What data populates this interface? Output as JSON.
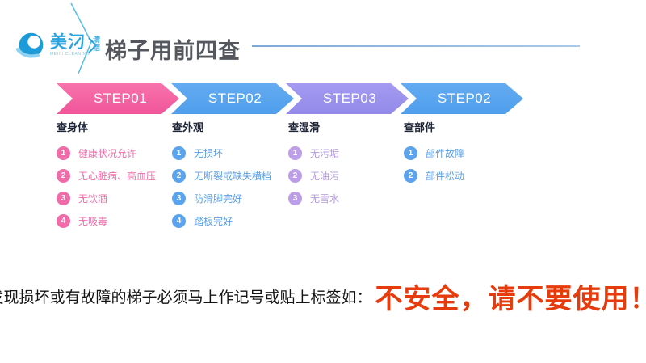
{
  "brand": {
    "logo_text": "美汈",
    "logo_sub": "清洁",
    "logo_tagline": "MEIHI CLEANING"
  },
  "header": {
    "title": "梯子用前四查"
  },
  "steps": [
    {
      "label": "STEP01",
      "color": "#f0559a"
    },
    {
      "label": "STEP02",
      "color": "#4f9eec"
    },
    {
      "label": "STEP03",
      "color": "#938ae9"
    },
    {
      "label": "STEP02",
      "color": "#4f9eec"
    }
  ],
  "badge_numbers": [
    "1",
    "2",
    "3",
    "4"
  ],
  "columns": [
    {
      "header": "查身体",
      "accent": "#f06ca8",
      "items": [
        "健康状况允许",
        "无心脏病、高血压",
        "无饮酒",
        "无吸毒"
      ]
    },
    {
      "header": "查外观",
      "accent": "#5ba3ec",
      "items": [
        "无损坏",
        "无断裂或缺失横档",
        "防滑脚完好",
        "踏板完好"
      ]
    },
    {
      "header": "查湿滑",
      "accent": "#bb9de8",
      "items": [
        "无污垢",
        "无油污",
        "无雪水"
      ]
    },
    {
      "header": "查部件",
      "accent": "#5ba3ec",
      "items": [
        "部件故障",
        "部件松动"
      ]
    }
  ],
  "footer": {
    "note": "发现损坏或有故障的梯子必须马上作记号或贴上标签如：",
    "warning": "不安全，请不要使用！",
    "warning_color": "#e63c0d"
  }
}
